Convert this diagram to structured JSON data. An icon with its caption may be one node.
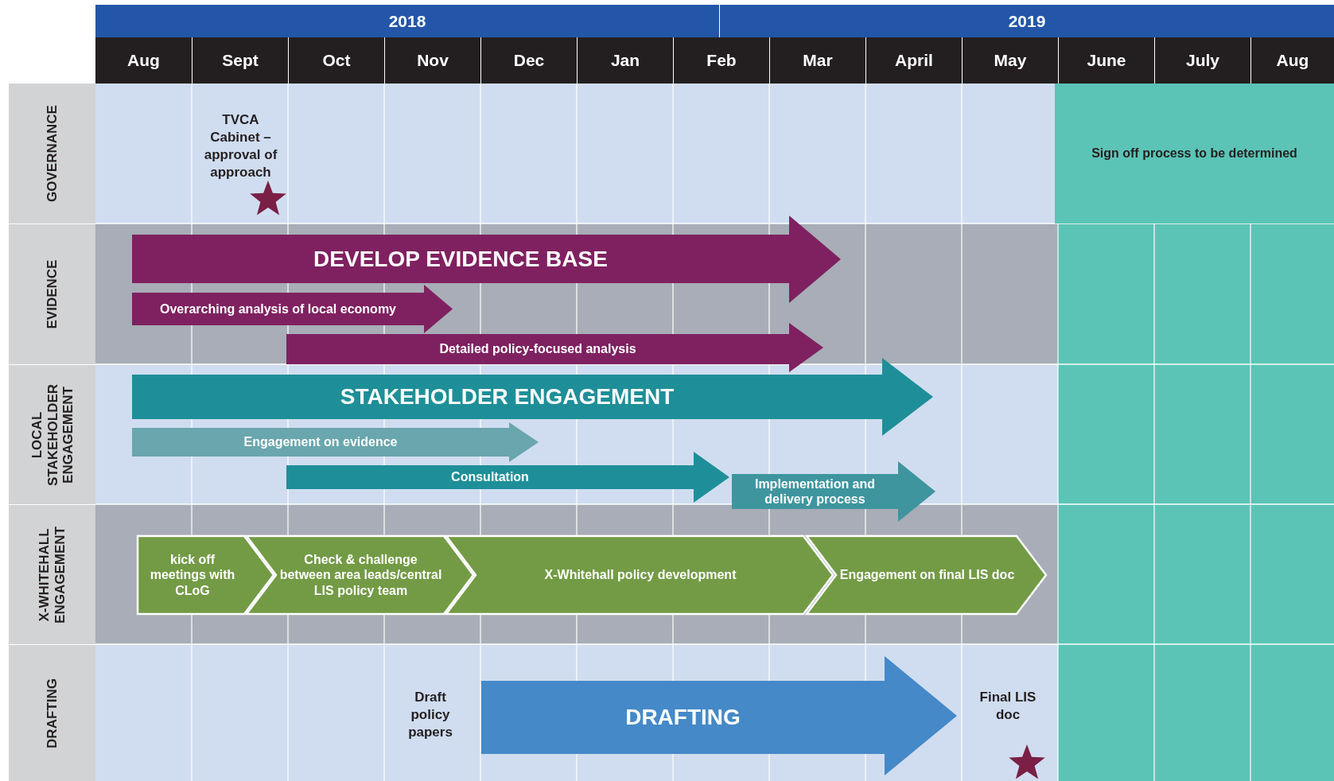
{
  "diagram": {
    "nodes": [
      {
        "text": [
          "2018"
        ]
      },
      {
        "text": [
          "2019"
        ]
      },
      {
        "text": [
          "Aug"
        ]
      },
      {
        "text": [
          "Sept"
        ]
      },
      {
        "text": [
          "Oct"
        ]
      },
      {
        "text": [
          "Nov"
        ]
      },
      {
        "text": [
          "Dec"
        ]
      },
      {
        "text": [
          "Jan"
        ]
      },
      {
        "text": [
          "Feb"
        ]
      },
      {
        "text": [
          "Mar"
        ]
      },
      {
        "text": [
          "April"
        ]
      },
      {
        "text": [
          "May"
        ]
      },
      {
        "text": [
          "June"
        ]
      },
      {
        "text": [
          "July"
        ]
      },
      {
        "text": [
          "Aug"
        ]
      },
      {
        "text": [
          "GOVERNANCE"
        ]
      },
      {
        "text": [
          "EVIDENCE"
        ]
      },
      {
        "text": [
          "LOCAL STAKEHOLDER ENGAGEMENT"
        ]
      },
      {
        "text": [
          "X-WHITEHALL ENGAGEMENT"
        ]
      },
      {
        "text": [
          "DRAFTING"
        ]
      },
      {
        "text": [
          "Sign off process to be determined"
        ]
      },
      {
        "text": [
          "DEVELOP EVIDENCE BASE"
        ]
      },
      {
        "text": [
          "Overarching analysis of local economy"
        ]
      },
      {
        "text": [
          "Detailed policy-focused analysis"
        ]
      },
      {
        "text": [
          "STAKEHOLDER ENGAGEMENT"
        ]
      },
      {
        "text": [
          "Engagement on evidence"
        ]
      },
      {
        "text": [
          "Consultation"
        ]
      },
      {
        "text": [
          "Implementation and delivery process"
        ]
      },
      {
        "text": [
          "kick off meetings with CLoG"
        ]
      },
      {
        "text": [
          "Check & challenge between area leads/central LIS policy team"
        ]
      },
      {
        "text": [
          "X-Whitehall policy development"
        ]
      },
      {
        "text": [
          "Engagement on final LIS doc"
        ]
      },
      {
        "text": [
          "DRAFTING"
        ]
      }
    ],
    "labels": [
      "TVCA Cabinet – approval of approach",
      "Draft policy papers",
      "Final LIS doc"
    ]
  }
}
